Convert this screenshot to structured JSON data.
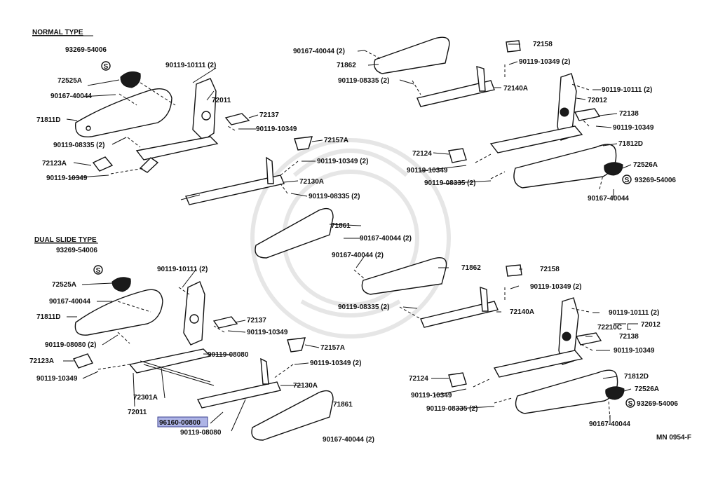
{
  "sections": {
    "normal": "NORMAL TYPE",
    "dual": "DUAL SLIDE TYPE"
  },
  "labels": {
    "n_93269": "93269-54006",
    "n_72525A": "72525A",
    "n_90167a": "90167-40044",
    "n_71811D": "71811D",
    "n_90119_08335": "90119-08335 (2)",
    "n_72123A": "72123A",
    "n_90119_10349a": "90119-10349",
    "n_90119_10111": "90119-10111 (2)",
    "n_72011": "72011",
    "n_72137": "72137",
    "n_90119_10349b": "90119-10349",
    "n_72157A": "72157A",
    "n_90119_10349c": "90119-10349 (2)",
    "n_72130A": "72130A",
    "n_90119_08335b": "90119-08335 (2)",
    "n_90167b": "90167-40044 (2)",
    "n_71862": "71862",
    "n_90119_08335c": "90119-08335 (2)",
    "n_72140A": "72140A",
    "n_72158": "72158",
    "n_90119_10349d": "90119-10349 (2)",
    "n_90119_10111b": "90119-10111 (2)",
    "n_72012": "72012",
    "n_72138": "72138",
    "n_90119_10349e": "90119-10349",
    "n_71812D": "71812D",
    "n_72124": "72124",
    "n_90119_10349f": "90119-10349",
    "n_72526A": "72526A",
    "n_93269b": "93269-54006",
    "n_90119_08335d": "90119-08335 (2)",
    "n_90167c": "90167-40044",
    "d_93269": "93269-54006",
    "d_72525A": "72525A",
    "d_90167a": "90167-40044",
    "d_71811D": "71811D",
    "d_90119_08080": "90119-08080 (2)",
    "d_72123A": "72123A",
    "d_90119_10349a": "90119-10349",
    "d_90119_10111": "90119-10111 (2)",
    "d_72137": "72137",
    "d_90119_10349b": "90119-10349",
    "d_90119_08080b": "90119-08080",
    "d_72157A": "72157A",
    "d_90119_10349c": "90119-10349 (2)",
    "d_72130A": "72130A",
    "d_72301A": "72301A",
    "d_72011": "72011",
    "d_96160": "96160-00800",
    "d_90119_08080c": "90119-08080",
    "d_71861": "71861",
    "d_90167b": "90167-40044 (2)",
    "d_71861b": "71861",
    "d_90167c": "90167-40044 (2)",
    "d_90167d": "90167-40044 (2)",
    "d_71862": "71862",
    "d_90119_08335": "90119-08335 (2)",
    "d_72140A": "72140A",
    "d_72158": "72158",
    "d_90119_10349d": "90119-10349 (2)",
    "d_90119_10111b": "90119-10111 (2)",
    "d_72210C": "72210C",
    "d_72012": "72012",
    "d_72138": "72138",
    "d_90119_10349e": "90119-10349",
    "d_71812D": "71812D",
    "d_72124": "72124",
    "d_90119_10349f": "90119-10349",
    "d_72526A": "72526A",
    "d_90119_08335b": "90119-08335 (2)",
    "d_93269b": "93269-54006",
    "d_90167e": "90167-40044",
    "ref": "MN 0954-F",
    "s_mark": "S"
  },
  "highlight_part": "96160-00800",
  "colors": {
    "ink": "#111111",
    "highlight": "#aeb4e6",
    "watermark": "#e6e6e6"
  }
}
